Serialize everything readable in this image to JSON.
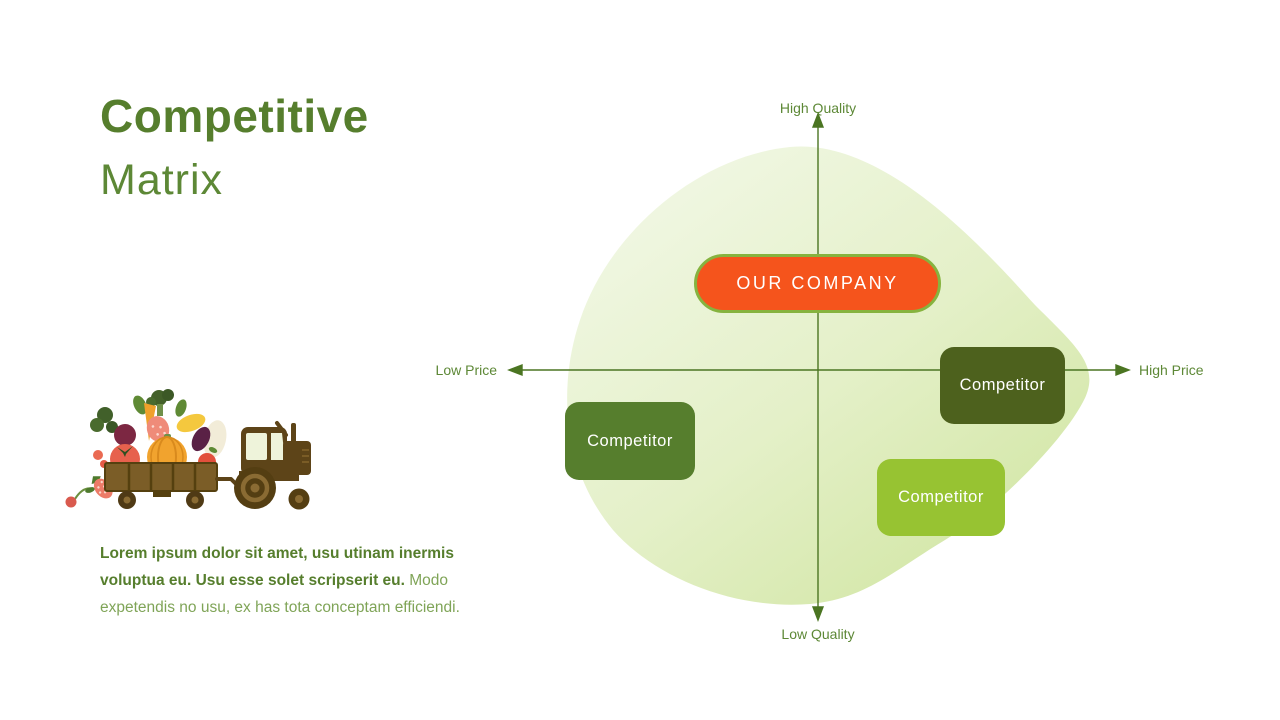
{
  "slide": {
    "title": {
      "line1": "Competitive",
      "line2": "Matrix"
    },
    "paragraph": {
      "bold": "Lorem ipsum dolor sit amet, usu utinam inermis voluptua eu. Usu esse solet scripserit eu.",
      "regular": " Modo expetendis no usu, ex has tota conceptam efficiendi."
    }
  },
  "matrix": {
    "axes": {
      "top_label": "High Quality",
      "bottom_label": "Low Quality",
      "left_label": "Low Price",
      "right_label": "High Price"
    },
    "our_company": {
      "label": "OUR COMPANY",
      "quadrant": "high-quality-mid-price"
    },
    "competitors": [
      {
        "label": "Competitor",
        "quadrant": "low-price-low-quality"
      },
      {
        "label": "Competitor",
        "quadrant": "high-price-high-quality"
      },
      {
        "label": "Competitor",
        "quadrant": "high-price-low-quality"
      }
    ]
  },
  "illustration": {
    "name": "tractor-with-vegetable-cart"
  },
  "colors": {
    "title_green": "#567e2d",
    "body_green_light": "#7fa457",
    "axis_line_green": "#4b7522",
    "axis_label_green": "#5d8836",
    "our_company_fill": "#f5541c",
    "our_company_border": "#86b33f",
    "competitor_medium": "#567e2d",
    "competitor_dark": "#4d611d",
    "competitor_light": "#97c332",
    "blob_light": "#f4f9eb",
    "blob_dark": "#d0e5a1",
    "tractor_brown": "#5d4418"
  }
}
